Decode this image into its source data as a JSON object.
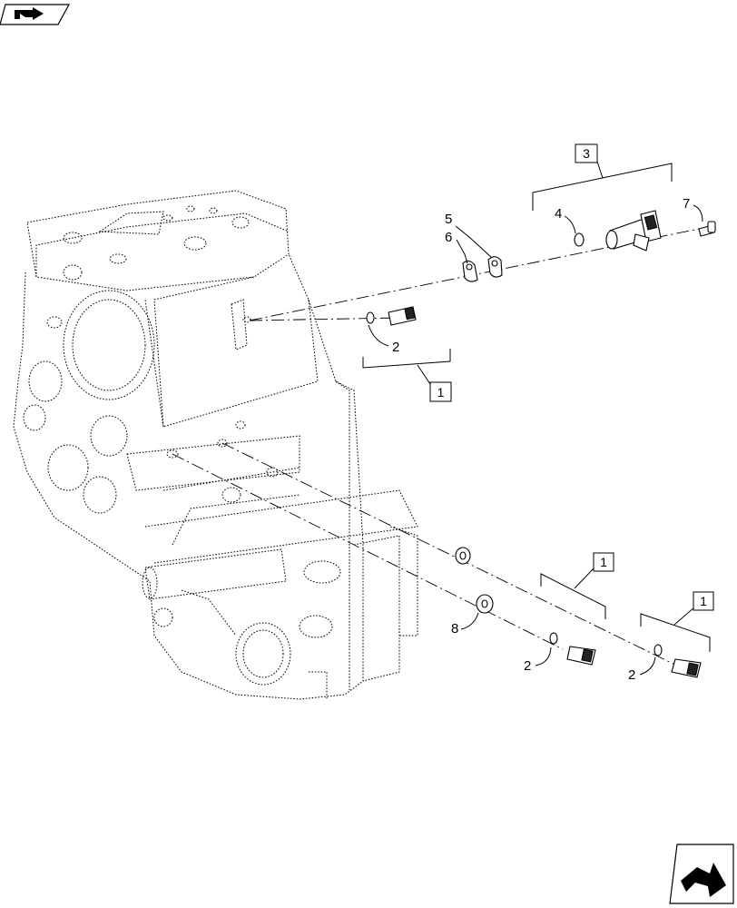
{
  "nav": {
    "top_icon": "page-back-arrow-icon",
    "bottom_icon": "page-forward-arrow-icon"
  },
  "groups": [
    {
      "id": "group-3",
      "label": "3"
    },
    {
      "id": "group-1-upper",
      "label": "1"
    },
    {
      "id": "group-1-middle",
      "label": "1"
    },
    {
      "id": "group-1-right",
      "label": "1"
    }
  ],
  "callouts": [
    {
      "id": "callout-5",
      "label": "5"
    },
    {
      "id": "callout-6",
      "label": "6"
    },
    {
      "id": "callout-4",
      "label": "4"
    },
    {
      "id": "callout-7",
      "label": "7"
    },
    {
      "id": "callout-2-upper",
      "label": "2"
    },
    {
      "id": "callout-8",
      "label": "8"
    },
    {
      "id": "callout-2-middle",
      "label": "2"
    },
    {
      "id": "callout-2-right",
      "label": "2"
    }
  ]
}
